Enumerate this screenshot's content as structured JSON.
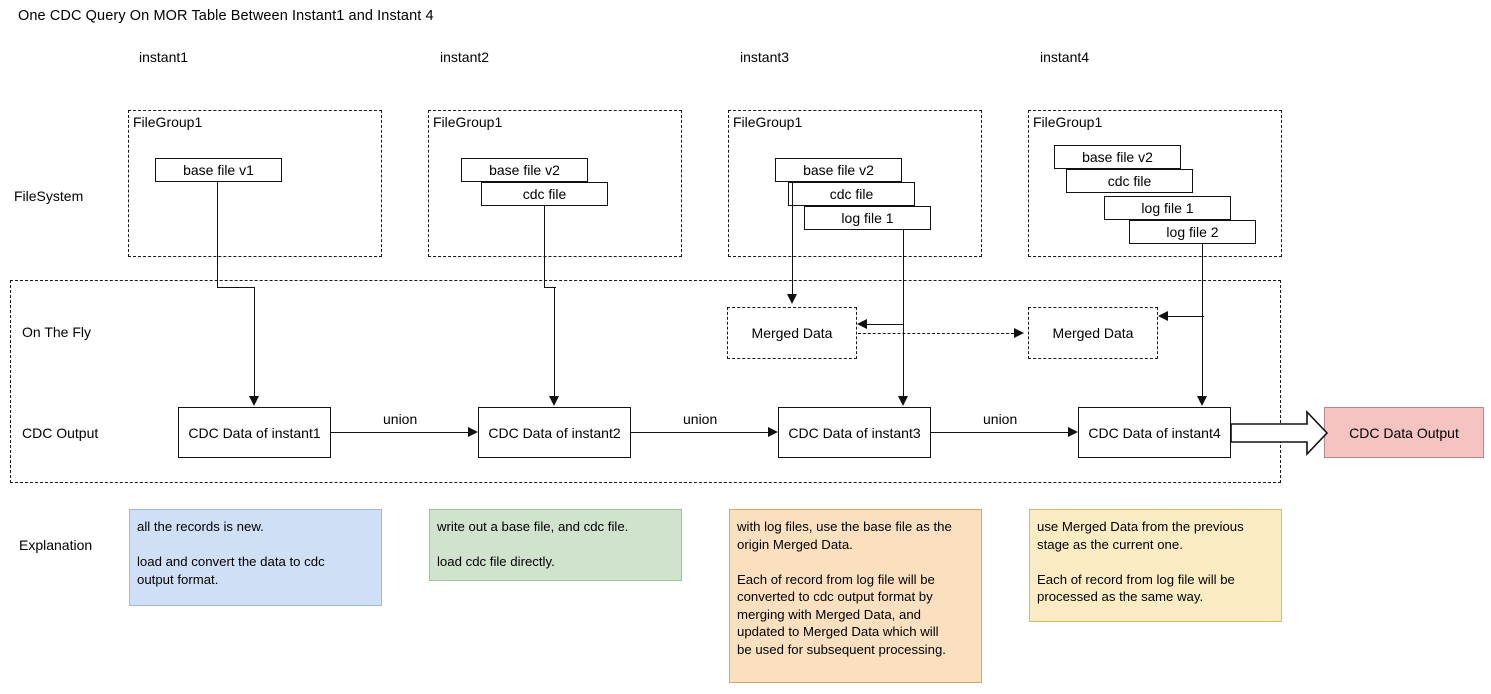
{
  "title": "One CDC Query On MOR Table Between Instant1 and Instant 4",
  "columns": [
    {
      "header": "instant1"
    },
    {
      "header": "instant2"
    },
    {
      "header": "instant3"
    },
    {
      "header": "instant4"
    }
  ],
  "row_labels": {
    "filesystem": "FileSystem",
    "on_the_fly": "On The Fly",
    "cdc_output": "CDC Output",
    "explanation": "Explanation"
  },
  "filesystem": {
    "group_title": "FileGroup1",
    "groups": [
      {
        "files": [
          "base file v1"
        ]
      },
      {
        "files": [
          "base file v2",
          "cdc file"
        ]
      },
      {
        "files": [
          "base file v2",
          "cdc file",
          "log file 1"
        ]
      },
      {
        "files": [
          "base file v2",
          "cdc file",
          "log file 1",
          "log file 2"
        ]
      }
    ]
  },
  "on_the_fly": {
    "merged_data_label": "Merged Data",
    "boxes": [
      "Merged Data",
      "Merged Data"
    ]
  },
  "cdc_output": {
    "boxes": [
      "CDC Data of instant1",
      "CDC Data of instant2",
      "CDC Data of instant3",
      "CDC Data of instant4"
    ],
    "union_labels": [
      "union",
      "union",
      "union"
    ],
    "final_output": "CDC Data Output"
  },
  "explanations": [
    "all the records is new.\n\nload and convert the data to cdc\noutput format.",
    "write out a base file, and cdc file.\n\nload cdc file directly.",
    "with log files, use the base file as the\norigin Merged Data.\n\nEach of record from log file will be\nconverted to cdc output format by\nmerging with Merged Data, and\nupdated to Merged Data which will\nbe used for subsequent processing.",
    "use Merged Data from the previous\nstage as the current one.\n\nEach of record from log file will be\nprocessed as the same way."
  ],
  "colors": {
    "output_fill": "#f5c3c2",
    "output_border": "#b98784",
    "explanation_1_fill": "#cfdff5",
    "explanation_2_fill": "#cfe3cd",
    "explanation_3_fill": "#fbe0c0",
    "explanation_4_fill": "#fcecc4",
    "stroke": "#111111"
  }
}
